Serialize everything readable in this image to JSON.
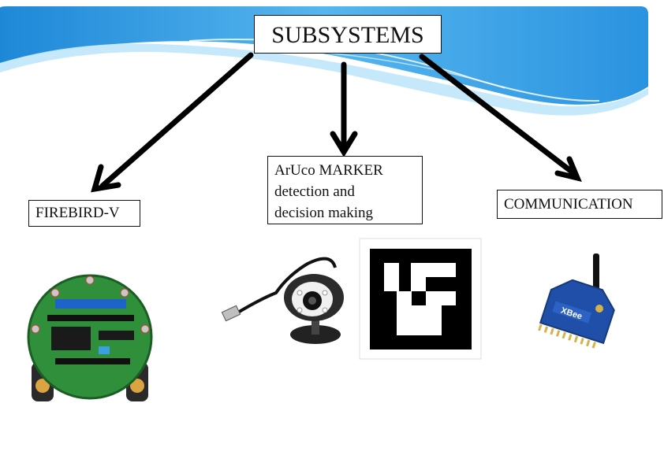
{
  "title": "SUBSYSTEMS",
  "nodes": {
    "firebird": "FIREBIRD-V",
    "aruco_line1": "ArUco MARKER",
    "aruco_line2": "detection and",
    "aruco_line3": "decision making",
    "communication": "COMMUNICATION"
  },
  "colors": {
    "banner_dark": "#2f9be0",
    "banner_light": "#bfe6fb",
    "arrow": "#000000",
    "pcb_green": "#2f8f3a",
    "xbee_blue": "#1f4fa8"
  },
  "icons": {
    "robot": "firebird-robot-image",
    "webcam": "webcam-image",
    "marker": "aruco-marker-image",
    "xbee": "xbee-module-image"
  }
}
